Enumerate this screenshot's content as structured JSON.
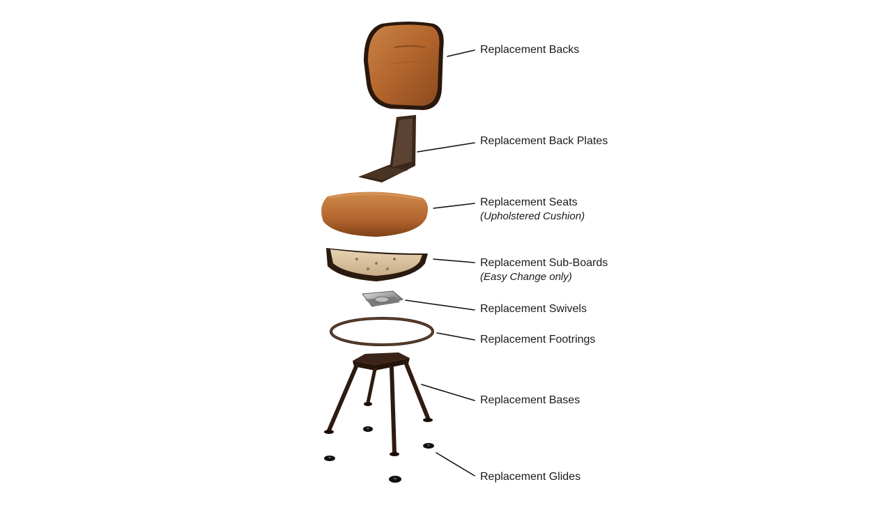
{
  "parts": [
    {
      "id": "backs",
      "label": "Replacement Backs",
      "note": ""
    },
    {
      "id": "back-plates",
      "label": "Replacement Back Plates",
      "note": ""
    },
    {
      "id": "seats",
      "label": "Replacement Seats",
      "note": "(Upholstered Cushion)"
    },
    {
      "id": "sub-boards",
      "label": "Replacement Sub-Boards",
      "note": "(Easy Change only)"
    },
    {
      "id": "swivels",
      "label": "Replacement Swivels",
      "note": ""
    },
    {
      "id": "footrings",
      "label": "Replacement Footrings",
      "note": ""
    },
    {
      "id": "bases",
      "label": "Replacement Bases",
      "note": ""
    },
    {
      "id": "glides",
      "label": "Replacement Glides",
      "note": ""
    }
  ],
  "colors": {
    "upholstery": "#b56a32",
    "upholstery_dark": "#7a3e16",
    "frame": "#2b1a10",
    "metal": "#9a9a9a",
    "leader": "#111111"
  }
}
